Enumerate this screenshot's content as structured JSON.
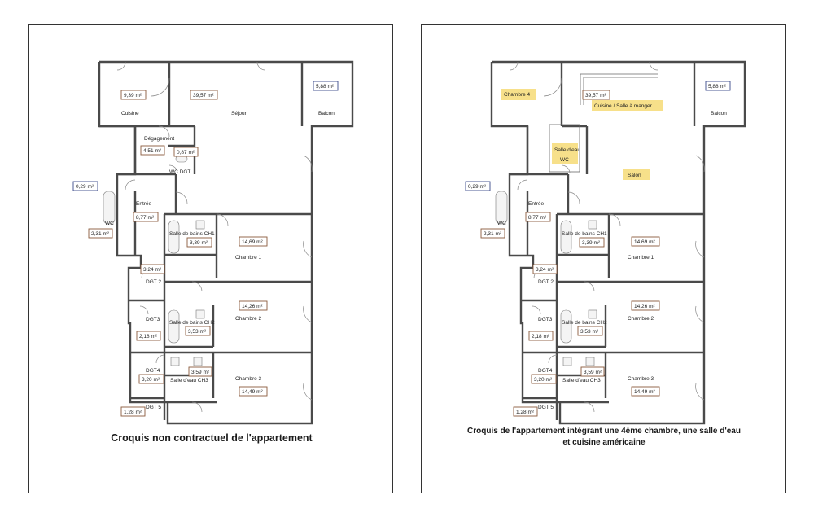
{
  "left": {
    "caption": "Croquis non contractuel  de l'appartement",
    "rooms": {
      "cuisine": {
        "label": "Cuisine",
        "area": "9,39 m²"
      },
      "sejour": {
        "label": "Séjour",
        "area": "39,57 m²"
      },
      "balcon": {
        "label": "Balcon",
        "area": "5,88 m²"
      },
      "degagement": {
        "label": "Dégagement",
        "area": "4,51 m²"
      },
      "wc_dgt": {
        "label": "WC DGT",
        "area": "0,87 m²"
      },
      "placard": {
        "area": "0,29 m²"
      },
      "entree": {
        "label": "Entrée",
        "area": "8,77 m²"
      },
      "wc": {
        "label": "WC",
        "area": "2,31 m²"
      },
      "sdb_ch1": {
        "label": "Salle de bains CH1",
        "area": "3,39 m²"
      },
      "chambre1": {
        "label": "Chambre 1",
        "area": "14,69 m²"
      },
      "dgt2": {
        "label": "DGT 2",
        "area": "3,24 m²"
      },
      "sdb_ch2": {
        "label": "Salle de bains CH2",
        "area": "3,53 m²"
      },
      "chambre2": {
        "label": "Chambre 2",
        "area": "14,26 m²"
      },
      "dgt3": {
        "label": "DGT3",
        "area": "2,18 m²"
      },
      "sde_ch3": {
        "label": "Salle d'eau CH3",
        "area": "3,59 m²"
      },
      "chambre3": {
        "label": "Chambre 3",
        "area": "14,49 m²"
      },
      "dgt4": {
        "label": "DGT4",
        "area": "3,20 m²"
      },
      "dgt5": {
        "label": "DGT 5",
        "area": "1,28 m²"
      }
    }
  },
  "right": {
    "caption_line1": "Croquis de l'appartement intégrant une 4ème chambre, une salle d'eau",
    "caption_line2": "et cuisine américaine",
    "rooms": {
      "chambre4": {
        "label": "Chambre 4"
      },
      "cuisine_sam": {
        "label": "Cuisine / Salle à manger",
        "area": "39,57 m²"
      },
      "balcon": {
        "label": "Balcon",
        "area": "5,88 m²"
      },
      "sde": {
        "label": "Salle d'eau"
      },
      "wc_new": {
        "label": "WC"
      },
      "salon": {
        "label": "Salon"
      },
      "placard": {
        "area": "0,29 m²"
      },
      "entree": {
        "label": "Entrée",
        "area": "8,77 m²"
      },
      "wc": {
        "label": "WC",
        "area": "2,31 m²"
      },
      "sdb_ch1": {
        "label": "Salle de bains CH1",
        "area": "3,39 m²"
      },
      "chambre1": {
        "label": "Chambre 1",
        "area": "14,69 m²"
      },
      "dgt2": {
        "label": "DGT 2",
        "area": "3,24 m²"
      },
      "sdb_ch2": {
        "label": "Salle de bains CH2",
        "area": "3,53 m²"
      },
      "chambre2": {
        "label": "Chambre 2",
        "area": "14,26 m²"
      },
      "dgt3": {
        "label": "DGT3",
        "area": "2,18 m²"
      },
      "sde_ch3": {
        "label": "Salle d'eau CH3",
        "area": "3,59 m²"
      },
      "chambre3": {
        "label": "Chambre 3",
        "area": "14,49 m²"
      },
      "dgt4": {
        "label": "DGT4",
        "area": "3,20 m²"
      },
      "dgt5": {
        "label": "DGT 5",
        "area": "1,28 m²"
      }
    }
  },
  "colors": {
    "wall": "#4a4a4a",
    "area_border": "#8b5a3c",
    "balcony_border": "#3b4a8a",
    "highlight": "#f7e08a"
  }
}
